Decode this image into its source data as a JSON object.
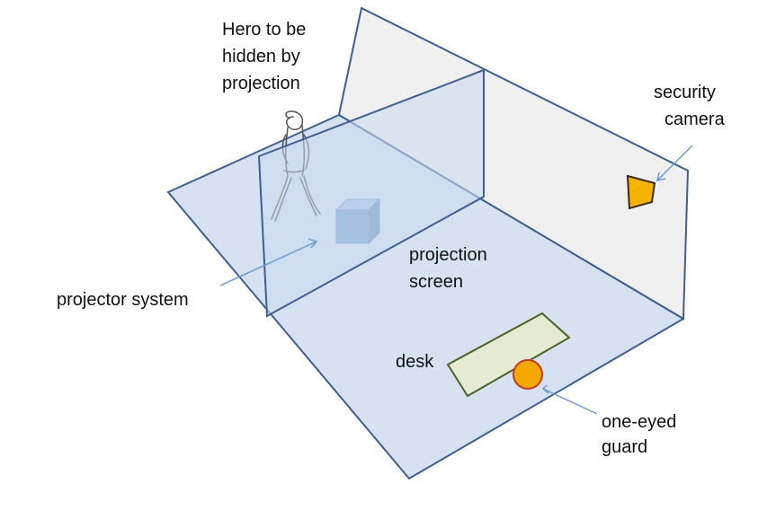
{
  "labels": {
    "hero": [
      "Hero to be",
      "hidden by",
      "projection"
    ],
    "security_camera": [
      "security",
      "camera"
    ],
    "projection_screen": [
      "projection",
      "screen"
    ],
    "projector_system": "projector system",
    "desk": "desk",
    "guard": [
      "one-eyed",
      "guard"
    ]
  },
  "colors": {
    "floor_fill": "#d6e2f2",
    "floor_stroke": "#3f5f91",
    "wall_fill": "#efefef",
    "screen_fill": "#c9daef",
    "cube_front": "#7ea2cf",
    "cube_top": "#a9c1e3",
    "cube_side": "#6a90c0",
    "camera_fill": "#f5b400",
    "camera_stroke": "#3a2a00",
    "desk_fill": "#e5ebd3",
    "desk_stroke": "#4f6228",
    "guard_fill": "#f5a800",
    "guard_stroke": "#c0392b",
    "arrow": "#6b9bd1"
  }
}
